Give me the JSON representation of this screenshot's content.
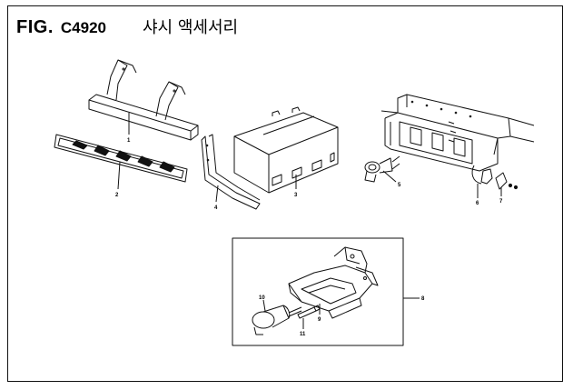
{
  "header": {
    "fig_label": "FIG.",
    "fig_code": "C4920",
    "title": "샤시 액세서리"
  },
  "parts": [
    {
      "num": "1",
      "icon": "bumper-frame-icon"
    },
    {
      "num": "2",
      "icon": "reflector-plate-icon"
    },
    {
      "num": "3",
      "icon": "tool-box-icon"
    },
    {
      "num": "4",
      "icon": "bracket-icon"
    },
    {
      "num": "5",
      "icon": "tow-hook-icon"
    },
    {
      "num": "6",
      "icon": "shackle-icon"
    },
    {
      "num": "7",
      "icon": "clip-icon"
    },
    {
      "num": "8",
      "icon": "coupler-assembly-icon"
    },
    {
      "num": "9",
      "icon": "coupler-body-icon"
    },
    {
      "num": "10",
      "icon": "brake-chamber-icon"
    },
    {
      "num": "11",
      "icon": "pin-icon"
    }
  ]
}
